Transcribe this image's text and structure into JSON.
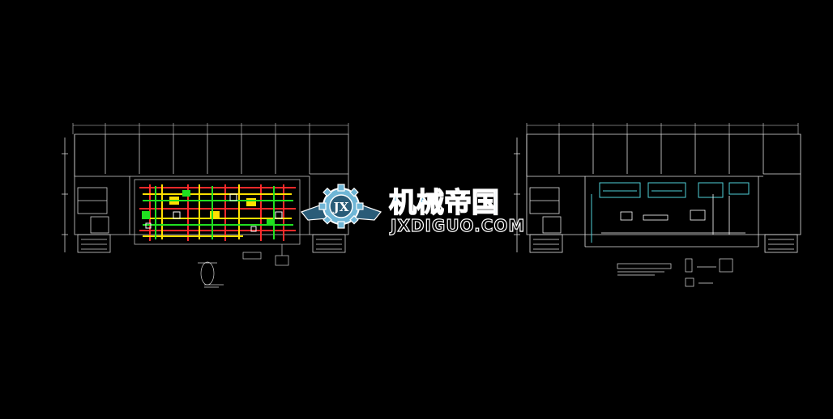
{
  "viewport": {
    "background": "#000000"
  },
  "drawings": [
    {
      "id": "hvac-duct-plan",
      "line_color": "#d8d8d8",
      "duct_colors": [
        "#ff2a2a",
        "#ffe000",
        "#20e020",
        "#ffffff"
      ]
    },
    {
      "id": "equipment-layout-plan",
      "line_color": "#e8e8e8",
      "accent_color": "#4fd0d8"
    }
  ],
  "watermark": {
    "logo_icon": "gear-wings-jx-icon",
    "monogram": "JX",
    "title": "机械帝国",
    "url": "JXDIGUO.COM",
    "colors": {
      "primary": "#6fb6d6",
      "dark": "#2a5c78",
      "outline": "#ffffff"
    }
  }
}
